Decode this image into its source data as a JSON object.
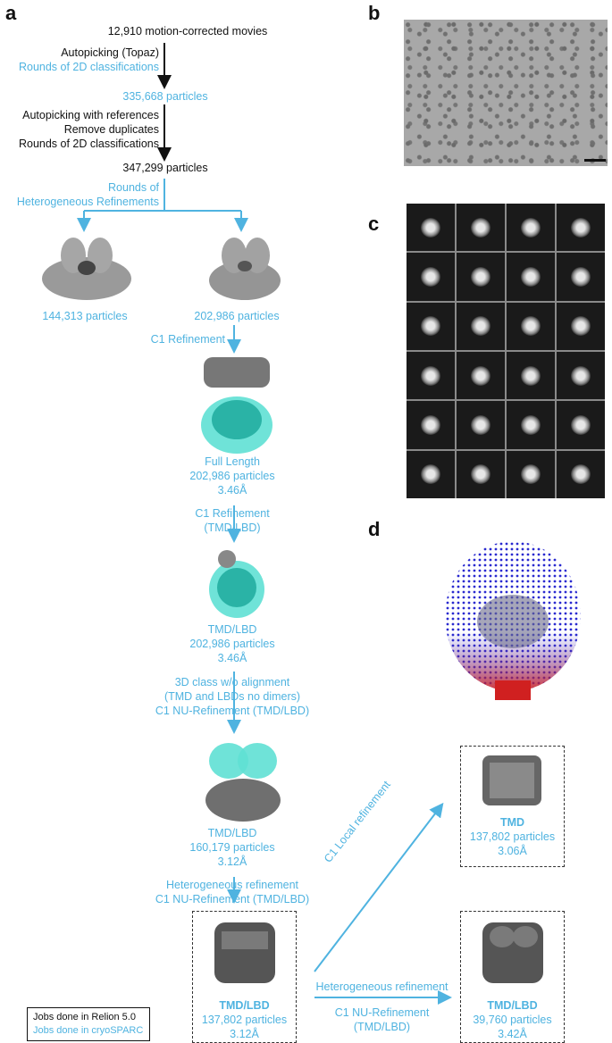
{
  "panels": {
    "a": "a",
    "b": "b",
    "c": "c",
    "d": "d"
  },
  "flow": {
    "movies": "12,910 motion-corrected movies",
    "autopick_topaz": "Autopicking (Topaz)",
    "rounds_2d_1": "Rounds of 2D classifications",
    "particles_335": "335,668 particles",
    "autopick_refs": "Autopicking with references",
    "remove_dup": "Remove duplicates",
    "rounds_2d_2": "Rounds of 2D classifications",
    "particles_347": "347,299 particles",
    "hetero_1": "Rounds of",
    "hetero_2": "Heterogeneous Refinements",
    "left_particles": "144,313 particles",
    "right_particles": "202,986 particles",
    "c1_ref": "C1 Refinement",
    "full_length": "Full Length",
    "fl_particles": "202,986 particles",
    "fl_res": "3.46Å",
    "c1_ref_tmd_1": "C1 Refinement",
    "c1_ref_tmd_2": "(TMD/LBD)",
    "tmdlbd1": "TMD/LBD",
    "tmdlbd1_particles": "202,986 particles",
    "tmdlbd1_res": "3.46Å",
    "class3d_1": "3D class w/o alignment",
    "class3d_2": "(TMD and LBDs no dimers)",
    "class3d_3": "C1 NU-Refinement (TMD/LBD)",
    "tmdlbd2": "TMD/LBD",
    "tmdlbd2_particles": "160,179 particles",
    "tmdlbd2_res": "3.12Å",
    "hetero_ref": "Heterogeneous refinement",
    "c1_nu": "C1 NU-Refinement (TMD/LBD)",
    "final_left_title": "TMD/LBD",
    "final_left_particles": "137,802 particles",
    "final_left_res": "3.12Å",
    "local_ref": "C1 Local refinement",
    "tmd_title": "TMD",
    "tmd_particles": "137,802 particles",
    "tmd_res": "3.06Å",
    "hetero_ref_2": "Heterogeneous refinement",
    "c1_nu_2a": "C1 NU-Refinement",
    "c1_nu_2b": "(TMD/LBD)",
    "final_right_title": "TMD/LBD",
    "final_right_particles": "39,760 particles",
    "final_right_res": "3.42Å"
  },
  "legend": {
    "relion": "Jobs done in Relion 5.0",
    "cryosparc": "Jobs done in cryoSPARC"
  },
  "colors": {
    "cryosparc": "#4fb3e0",
    "relion": "#111111",
    "mask": "#40e0d0"
  }
}
